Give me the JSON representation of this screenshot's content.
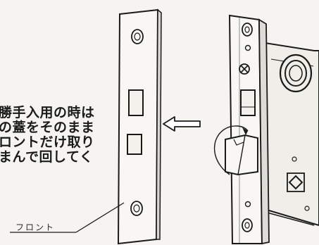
{
  "caption": {
    "lines": [
      "勝手入用の時は",
      "の蓋をそのまま",
      "ロントだけ取り",
      "まんで回してく"
    ]
  },
  "labels": {
    "front": "フロント"
  },
  "colors": {
    "background": "#f6f4f0",
    "plate_fill": "#f8f7f3",
    "stroke": "#1a1a1a",
    "body_fill": "#efeee9"
  },
  "icons": {
    "arrow": "left-arrow-icon"
  }
}
